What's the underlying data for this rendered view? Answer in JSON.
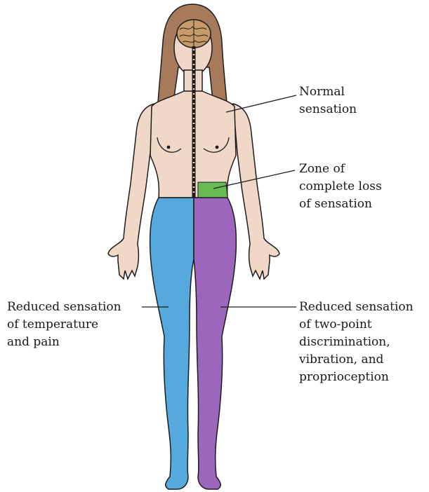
{
  "colors": {
    "skin": "#f1d7c8",
    "hair": "#a87a5c",
    "outline": "#1c1c1c",
    "zone_loss": "#66bb55",
    "reduced_temp_pain": "#56a9dd",
    "reduced_proprioception": "#9b66bb",
    "brain": "#c79a6a"
  },
  "labels": {
    "normal": [
      "Normal",
      "sensation"
    ],
    "zone": [
      "Zone of",
      "complete loss",
      "of sensation"
    ],
    "left": [
      "Reduced sensation",
      "of temperature",
      "and pain"
    ],
    "right": [
      "Reduced sensation",
      "of two-point",
      "discrimination,",
      "vibration, and",
      "proprioception"
    ]
  }
}
